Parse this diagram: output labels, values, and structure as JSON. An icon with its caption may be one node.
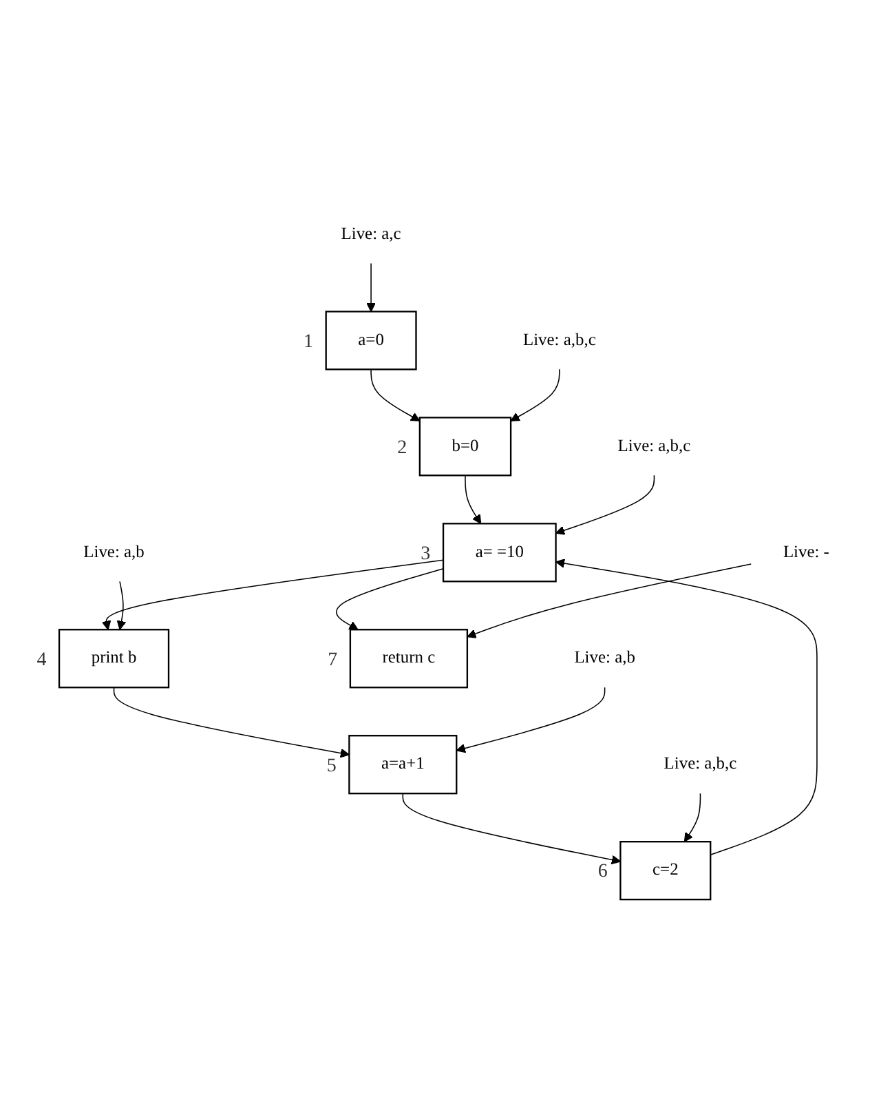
{
  "diagram": {
    "nodes": [
      {
        "text": [
          "a=0"
        ],
        "beside": [
          "1"
        ]
      },
      {
        "text": [
          "b=0"
        ],
        "beside": [
          "2"
        ]
      },
      {
        "text": [
          "a= =10"
        ],
        "beside": [
          "3"
        ]
      },
      {
        "text": [
          "print b"
        ],
        "beside": [
          "4"
        ]
      },
      {
        "text": [
          "a=a+1"
        ],
        "beside": [
          "5"
        ]
      },
      {
        "text": [
          "c=2"
        ],
        "beside": [
          "6"
        ]
      },
      {
        "text": [
          "return c"
        ],
        "beside": [
          "7"
        ]
      },
      {
        "text": [
          "Live: a,c"
        ]
      },
      {
        "text": [
          "Live: a,b,c"
        ]
      },
      {
        "text": [
          "Live: a,b,c"
        ]
      },
      {
        "text": [
          "Live: a,b"
        ]
      },
      {
        "text": [
          "Live: a,b"
        ]
      },
      {
        "text": [
          "Live: a,b,c"
        ]
      },
      {
        "text": [
          "Live: -"
        ]
      }
    ],
    "edges": [
      {
        "from": 0,
        "to": 1,
        "arrow": "to"
      },
      {
        "from": 1,
        "to": 2,
        "arrow": "to"
      },
      {
        "from": 2,
        "to": 3,
        "arrow": "to"
      },
      {
        "from": 3,
        "to": 4,
        "arrow": "to"
      },
      {
        "from": 4,
        "to": 5,
        "arrow": "to"
      },
      {
        "from": 2,
        "to": 6,
        "arrow": "to"
      },
      {
        "from": 5,
        "to": 2,
        "arrow": "to"
      },
      {
        "from": 7,
        "to": 0,
        "arrow": "to"
      },
      {
        "from": 8,
        "to": 1,
        "arrow": "to"
      },
      {
        "from": 9,
        "to": 2,
        "arrow": "to"
      },
      {
        "from": 10,
        "to": 3,
        "arrow": "to"
      },
      {
        "from": 11,
        "to": 4,
        "arrow": "to"
      },
      {
        "from": 12,
        "to": 5,
        "arrow": "to"
      },
      {
        "from": 13,
        "to": 6,
        "arrow": "to"
      }
    ]
  }
}
